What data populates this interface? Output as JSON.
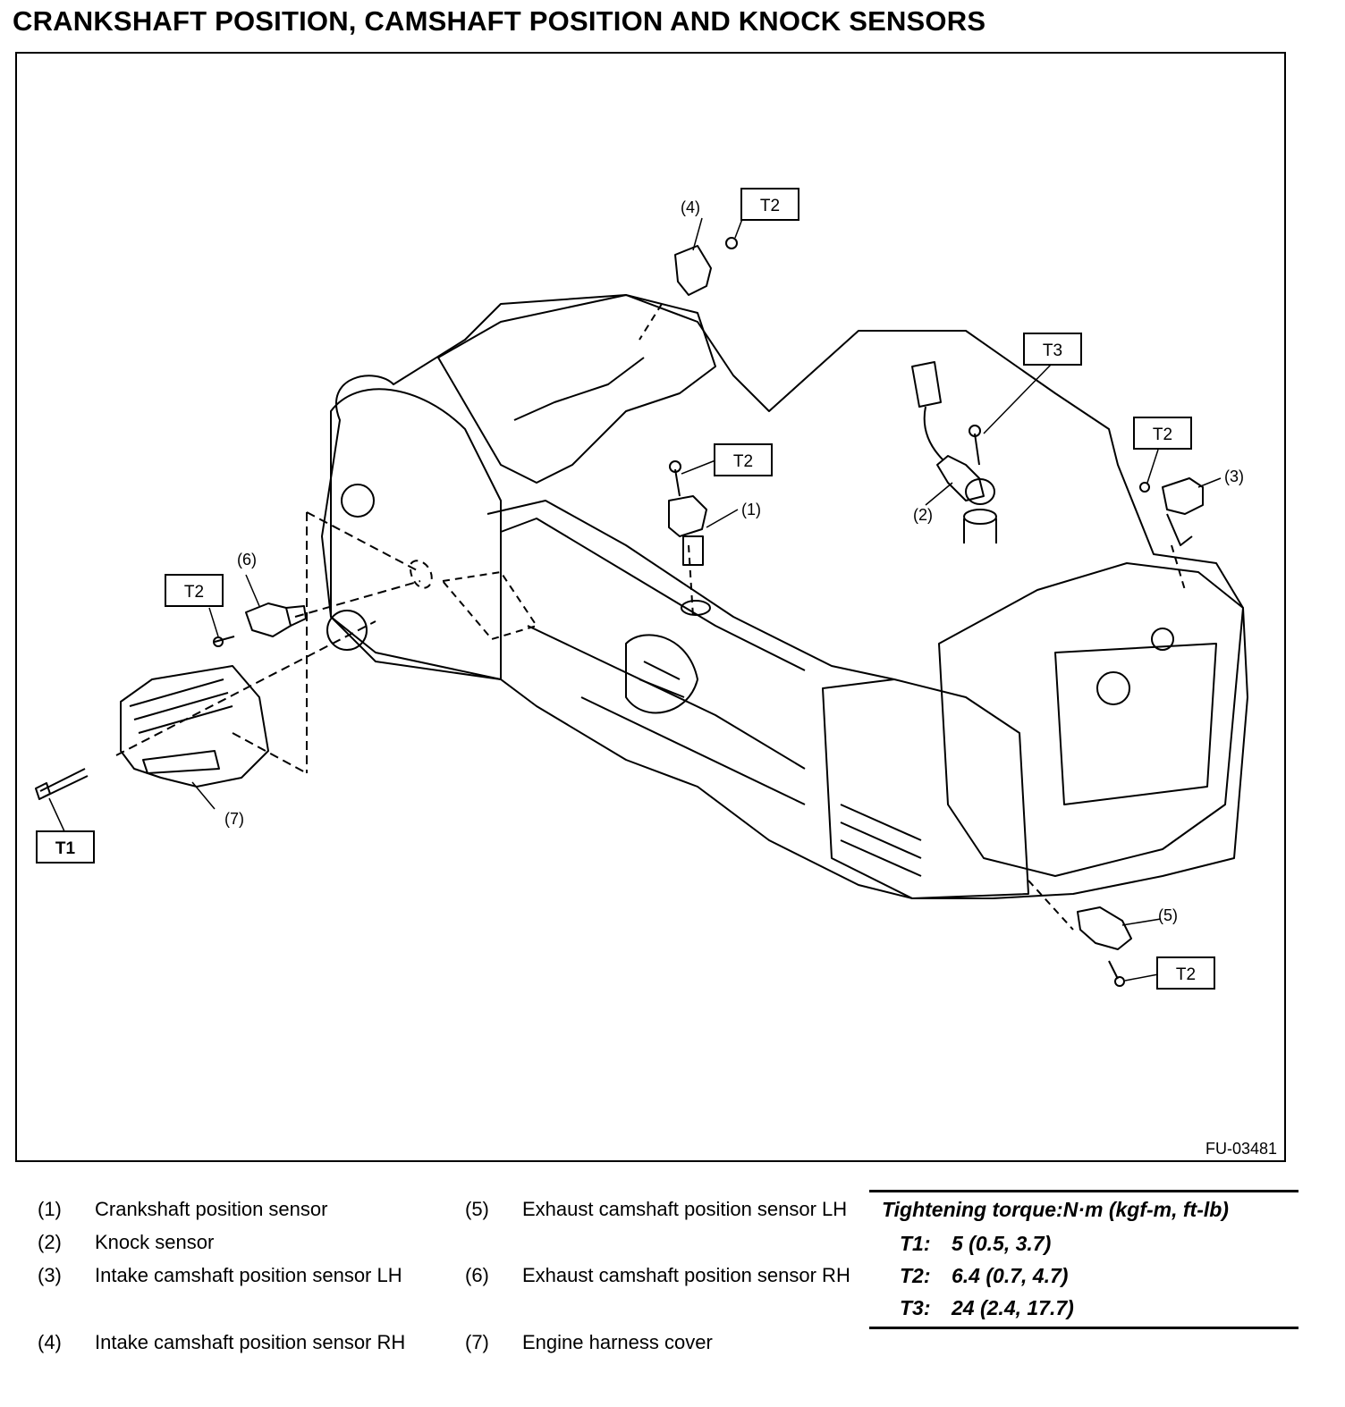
{
  "title": "CRANKSHAFT POSITION, CAMSHAFT POSITION AND KNOCK SENSORS",
  "figure_id": "FU-03481",
  "callouts": {
    "c1": "(1)",
    "c2": "(2)",
    "c3": "(3)",
    "c4": "(4)",
    "c5": "(5)",
    "c6": "(6)",
    "c7": "(7)"
  },
  "torque_tags": {
    "t1": "T1",
    "t2": "T2",
    "t3": "T3"
  },
  "legend": [
    {
      "num": "(1)",
      "text": "Crankshaft position sensor"
    },
    {
      "num": "(2)",
      "text": "Knock sensor"
    },
    {
      "num": "(3)",
      "text": "Intake camshaft position sensor LH"
    },
    {
      "num": "(4)",
      "text": "Intake camshaft position sensor RH"
    },
    {
      "num": "(5)",
      "text": "Exhaust camshaft position sensor LH"
    },
    {
      "num": "(6)",
      "text": "Exhaust camshaft position sensor RH"
    },
    {
      "num": "(7)",
      "text": "Engine harness cover"
    }
  ],
  "torque": {
    "title": "Tightening torque:N·m (kgf-m, ft-lb)",
    "rows": [
      {
        "label": "T1:",
        "value": "5 (0.5, 3.7)"
      },
      {
        "label": "T2:",
        "value": "6.4 (0.7, 4.7)"
      },
      {
        "label": "T3:",
        "value": "24 (2.4, 17.7)"
      }
    ]
  }
}
